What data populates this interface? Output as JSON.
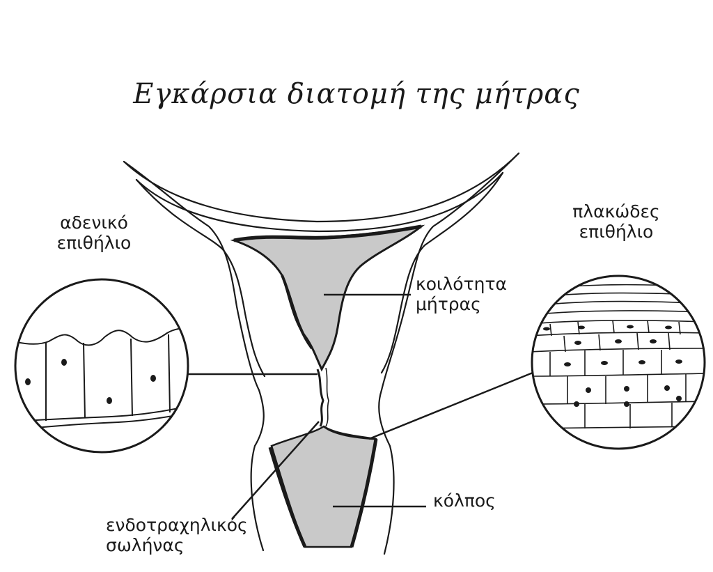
{
  "title": "Εγκάρσια διατομή της μήτρας",
  "labels": {
    "glandular_line1": "αδενικό",
    "glandular_line2": "επιθήλιο",
    "squamous_line1": "πλακώδες",
    "squamous_line2": "επιθήλιο",
    "uterine_cavity_line1": "κοιλότητα",
    "uterine_cavity_line2": "μήτρας",
    "vagina": "κόλπος",
    "endocervical_canal_line1": "ενδοτραχηλικός",
    "endocervical_canal_line2": "σωλήνας"
  },
  "colors": {
    "ink": "#1a1a1a",
    "cavity_fill": "#c9c9c9",
    "background": "#ffffff"
  }
}
